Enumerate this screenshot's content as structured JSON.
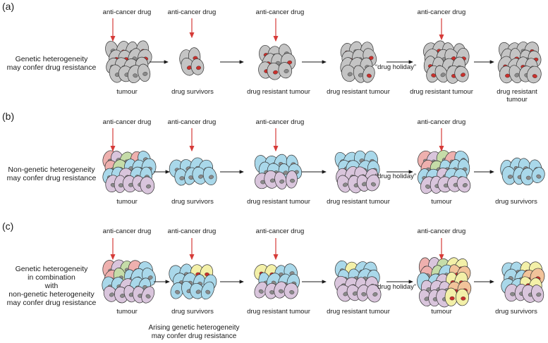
{
  "panels": [
    {
      "id": "(a)",
      "side_label": [
        "Genetic heterogeneity",
        "may confer drug resistance"
      ],
      "drug_labels": [
        "anti-cancer drug",
        "anti-cancer drug",
        "anti-cancer drug",
        "anti-cancer drug"
      ],
      "holiday": "“drug holiday”",
      "stages": [
        "tumour",
        "drug survivors",
        "drug resistant tumour",
        "drug resistant tumour",
        "drug resistant tumour",
        "drug resistant tumour"
      ]
    },
    {
      "id": "(b)",
      "side_label": [
        "Non-genetic heterogeneity",
        "may confer drug resistance"
      ],
      "drug_labels": [
        "anti-cancer drug",
        "anti-cancer drug",
        "anti-cancer drug",
        "anti-cancer drug"
      ],
      "holiday": "“drug holiday”",
      "stages": [
        "tumour",
        "drug survivors",
        "drug resistant tumour",
        "drug resistant tumour",
        "tumour",
        "drug survivors"
      ]
    },
    {
      "id": "(c)",
      "side_label": [
        "Genetic heterogeneity",
        "in combination",
        "with",
        "non-genetic heterogeneity",
        "may confer drug resistance"
      ],
      "drug_labels": [
        "anti-cancer drug",
        "anti-cancer drug",
        "anti-cancer drug",
        "anti-cancer drug"
      ],
      "holiday": "“drug holiday”",
      "stages": [
        "tumour",
        "drug survivors",
        "drug resistant tumour",
        "drug resistant tumour",
        "tumour",
        "drug survivors"
      ],
      "footnote": [
        "Arising genetic heterogeneity",
        "may confer drug resistance"
      ]
    }
  ],
  "colors": {
    "grey_cell": "#c4c4c4",
    "red_nucleus": "#c9302c",
    "grey_nucleus": "#8a8a8a",
    "blue_cell": "#a9d8ea",
    "purple_cell": "#d9c5dc",
    "green_cell": "#c5dca8",
    "pink_cell": "#eeb0ae",
    "yellow_cell": "#f3f0a8",
    "orange_cell": "#f2c39a",
    "drug_arrow": "#d63b38"
  }
}
